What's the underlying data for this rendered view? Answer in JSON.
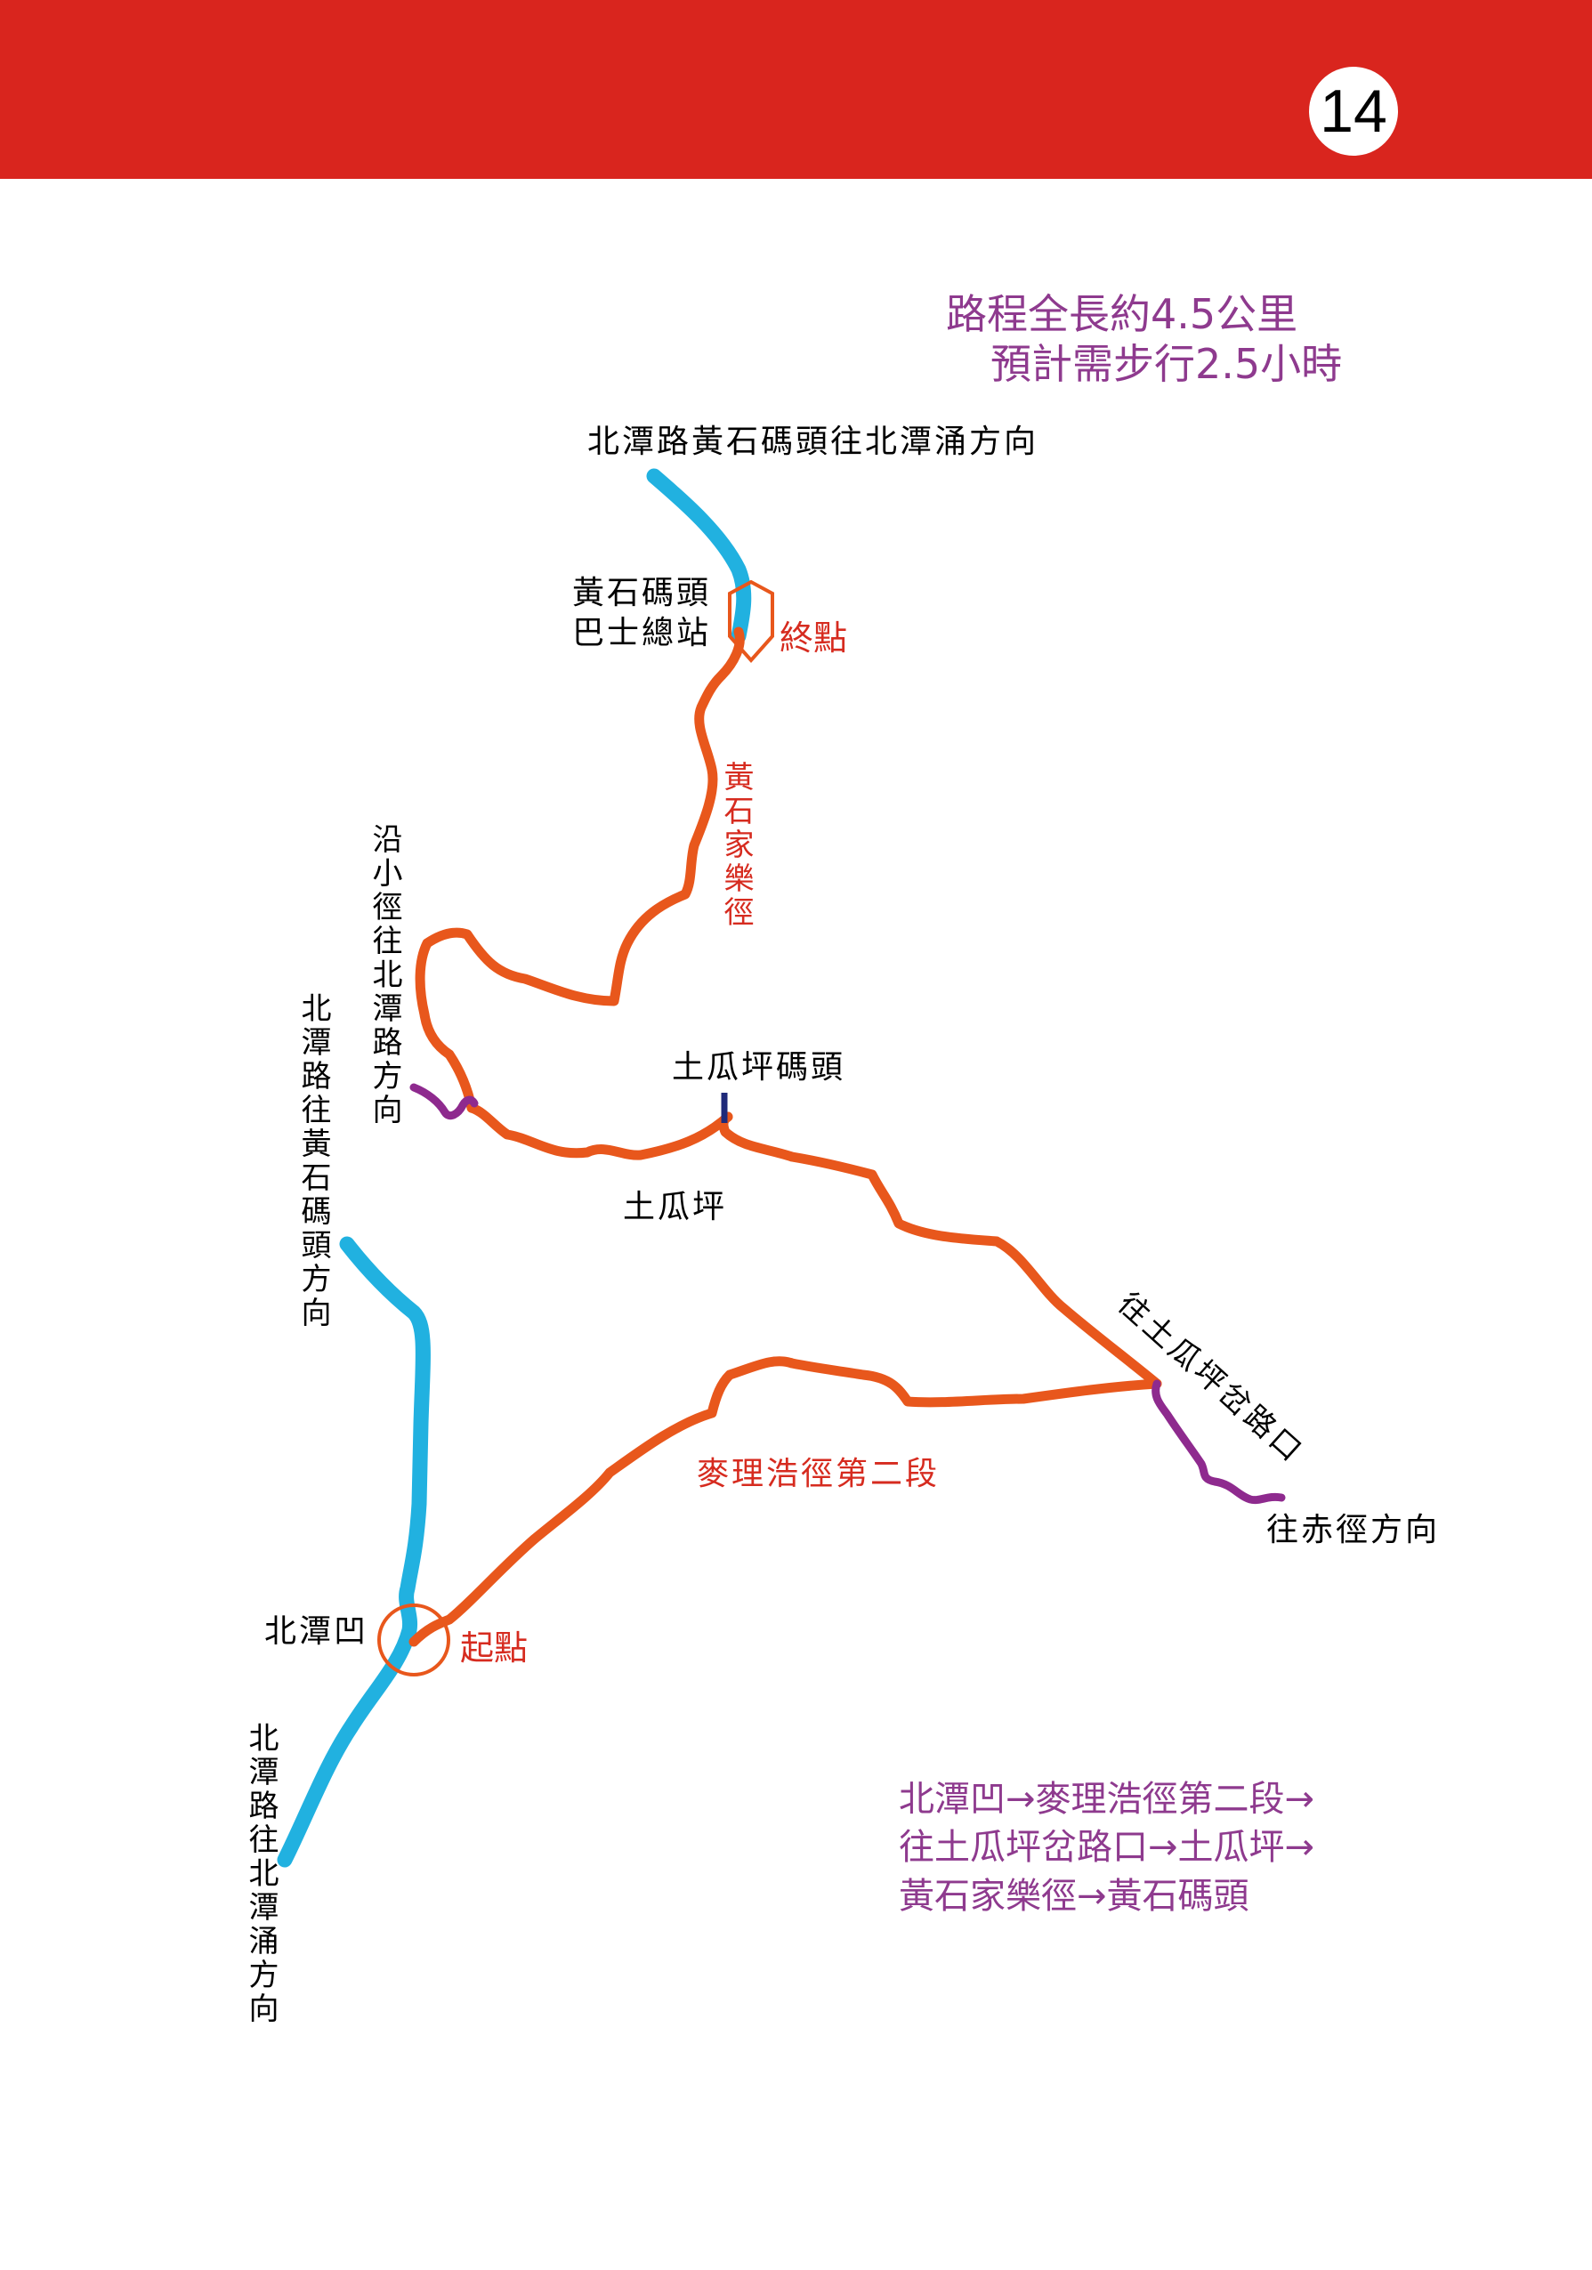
{
  "page_number": "14",
  "summary": {
    "line1": "路程全長約4.5公里",
    "line2": "預計需步行2.5小時"
  },
  "labels": {
    "top_road": "北潭路黃石碼頭往北潭涌方向",
    "pier_line1": "黃石碼頭",
    "pier_line2": "巴士總站",
    "end_point": "終點",
    "wong_shek_trail": "黃石家樂徑",
    "side_path": "沿小徑往北潭路方向",
    "left_road": "北潭路往黃石碼頭方向",
    "tho_kwa_ping_pier": "土瓜坪碼頭",
    "tho_kwa_ping": "土瓜坪",
    "junction": "往土瓜坪岔路口",
    "maclehose": "麥理浩徑第二段",
    "chek_keng": "往赤徑方向",
    "pak_tam_au": "北潭凹",
    "start_point": "起點",
    "bottom_road": "北潭路往北潭涌方向"
  },
  "route_text": {
    "line1": "北潭凹→麥理浩徑第二段→",
    "line2": "往土瓜坪岔路口→土瓜坪→",
    "line3": "黃石家樂徑→黃石碼頭"
  },
  "colors": {
    "header": "#d9251e",
    "road": "#21b1e0",
    "trail": "#e8571c",
    "side_trail": "#8e2a8e",
    "pier": "#1f2a7a",
    "accent_text": "#8e3a8e",
    "red_text": "#d62b1f"
  }
}
